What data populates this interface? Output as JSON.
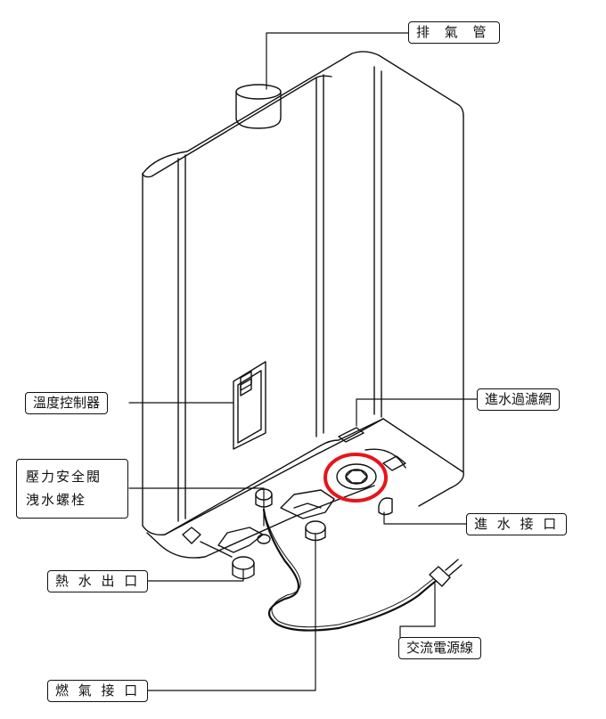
{
  "labels": {
    "exhaust_pipe": "排 氣 管",
    "temperature_controller": "溫度控制器",
    "pressure_valve_line1": "壓力安全閥",
    "pressure_valve_line2": "洩水螺栓",
    "hot_water_outlet": "熱 水 出 口",
    "gas_inlet": "燃 氣 接 口",
    "inlet_filter": "進水過濾網",
    "water_inlet": "進 水 接 口",
    "power_cord": "交流電源線"
  },
  "colors": {
    "line": "#111111",
    "highlight": "#e8141a",
    "background": "#ffffff"
  }
}
